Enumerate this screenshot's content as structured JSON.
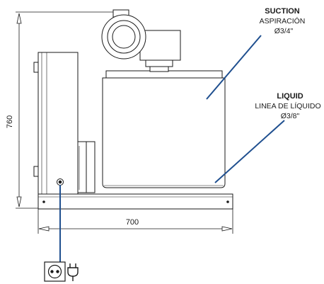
{
  "dimensions": {
    "height_label": "760",
    "width_label": "700"
  },
  "suction": {
    "title": "SUCTION",
    "subtitle": "ASPIRACIÓN",
    "size": "Ø3/4\""
  },
  "liquid": {
    "title": "LIQUID",
    "subtitle": "LINEA DE LÍQUIDO",
    "size": "Ø3/8\""
  },
  "icons": {
    "power": [
      "socket-icon",
      "plug-icon"
    ]
  },
  "colors": {
    "line": "#1a1a1a",
    "leader": "#1f4f8f",
    "fill": "#ffffff"
  }
}
